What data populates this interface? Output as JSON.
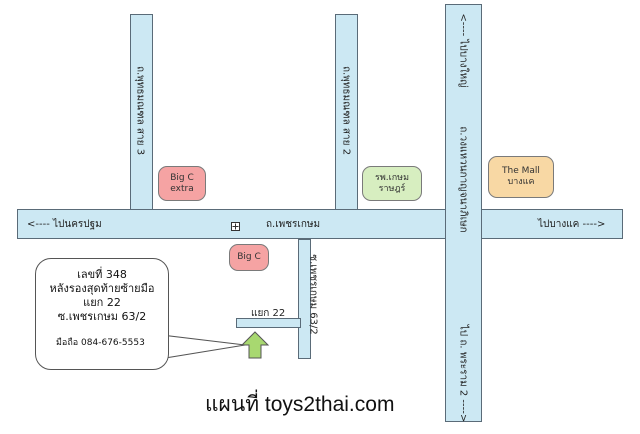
{
  "roads": {
    "main_horizontal": {
      "name": "ถ.เพชรเกษม",
      "left_direction": "<---- ไปนครปฐม",
      "right_direction": "ไปบางแค ---->"
    },
    "phutthamonthon_3": "ถ.พุทธมณฑล สาย 3",
    "phutthamonthon_2": "ถ.พุทธมณฑล สาย 2",
    "kanchanaphisek": {
      "name": "ถ.วงแหวนกาญจนาภิเษก",
      "top_direction": "<---- ไปบางใหญ่",
      "bottom_direction": "ไป ถ. พระราม 2 ---->"
    },
    "soi": "ซ.เพชรเกษม 63/2",
    "junction": "แยก 22"
  },
  "places": {
    "big_c_extra": {
      "line1": "Big C",
      "line2": "extra",
      "color": "#f5a3a3"
    },
    "hospital": {
      "line1": "รพ.เกษม",
      "line2": "ราษฎร์",
      "color": "#d7eec0"
    },
    "the_mall": {
      "line1": "The Mall",
      "line2": "บางแค",
      "color": "#f8d8a4"
    },
    "big_c": {
      "line1": "Big C",
      "color": "#f5a3a3"
    }
  },
  "address_box": {
    "line1": "เลขที่ 348",
    "line2": "หลังรองสุดท้ายซ้ายมือ",
    "line3": "แยก 22",
    "line4": "ซ.เพชรเกษม 63/2",
    "phone": "มือถือ 084-676-5553"
  },
  "arrow": {
    "color": "#a8d870"
  },
  "map_title": "แผนที่ toys2thai.com"
}
